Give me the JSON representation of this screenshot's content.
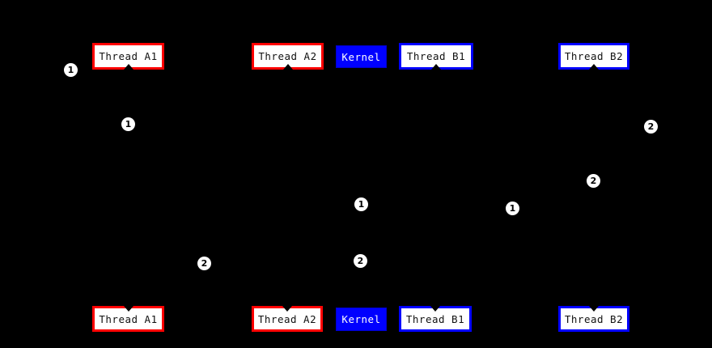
{
  "diagram": {
    "type": "sequence-diagram",
    "background_color": "#000000",
    "colors": {
      "thread_a_border": "#ff0000",
      "thread_b_border": "#0000ff",
      "kernel_fill": "#0000ff",
      "kernel_text": "#ffffff",
      "participant_fill": "#ffffff",
      "participant_text": "#000000",
      "marker_fill": "#ffffff",
      "marker_text": "#000000",
      "arrowhead": "#000000"
    },
    "participants_top": [
      {
        "label": "Thread A1",
        "group": "thread-a"
      },
      {
        "label": "Thread A2",
        "group": "thread-a"
      },
      {
        "label": "Kernel",
        "group": "kernel"
      },
      {
        "label": "Thread B1",
        "group": "thread-b"
      },
      {
        "label": "Thread B2",
        "group": "thread-b"
      }
    ],
    "participants_bottom": [
      {
        "label": "Thread A1",
        "group": "thread-a"
      },
      {
        "label": "Thread A2",
        "group": "thread-a"
      },
      {
        "label": "Kernel",
        "group": "kernel"
      },
      {
        "label": "Thread B1",
        "group": "thread-b"
      },
      {
        "label": "Thread B2",
        "group": "thread-b"
      }
    ],
    "markers": [
      {
        "label": "1"
      },
      {
        "label": "1"
      },
      {
        "label": "2"
      },
      {
        "label": "2"
      },
      {
        "label": "1"
      },
      {
        "label": "1"
      },
      {
        "label": "2"
      },
      {
        "label": "2"
      }
    ]
  }
}
